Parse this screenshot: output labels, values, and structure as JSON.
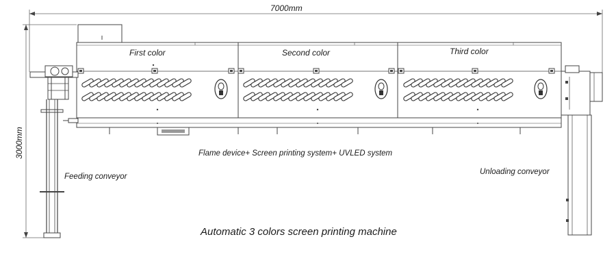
{
  "dimensions": {
    "width": "7000mm",
    "height": "3000mm"
  },
  "sections": [
    {
      "label": "First color"
    },
    {
      "label": "Second color"
    },
    {
      "label": "Third color"
    }
  ],
  "labels": {
    "system": "Flame device+ Screen printing system+ UVLED system",
    "feeding": "Feeding conveyor",
    "unloading": "Unloading conveyor",
    "title": "Automatic 3 colors screen printing machine"
  },
  "style": {
    "line_color": "#444444",
    "text_color": "#1a1a1a",
    "background": "#ffffff"
  }
}
